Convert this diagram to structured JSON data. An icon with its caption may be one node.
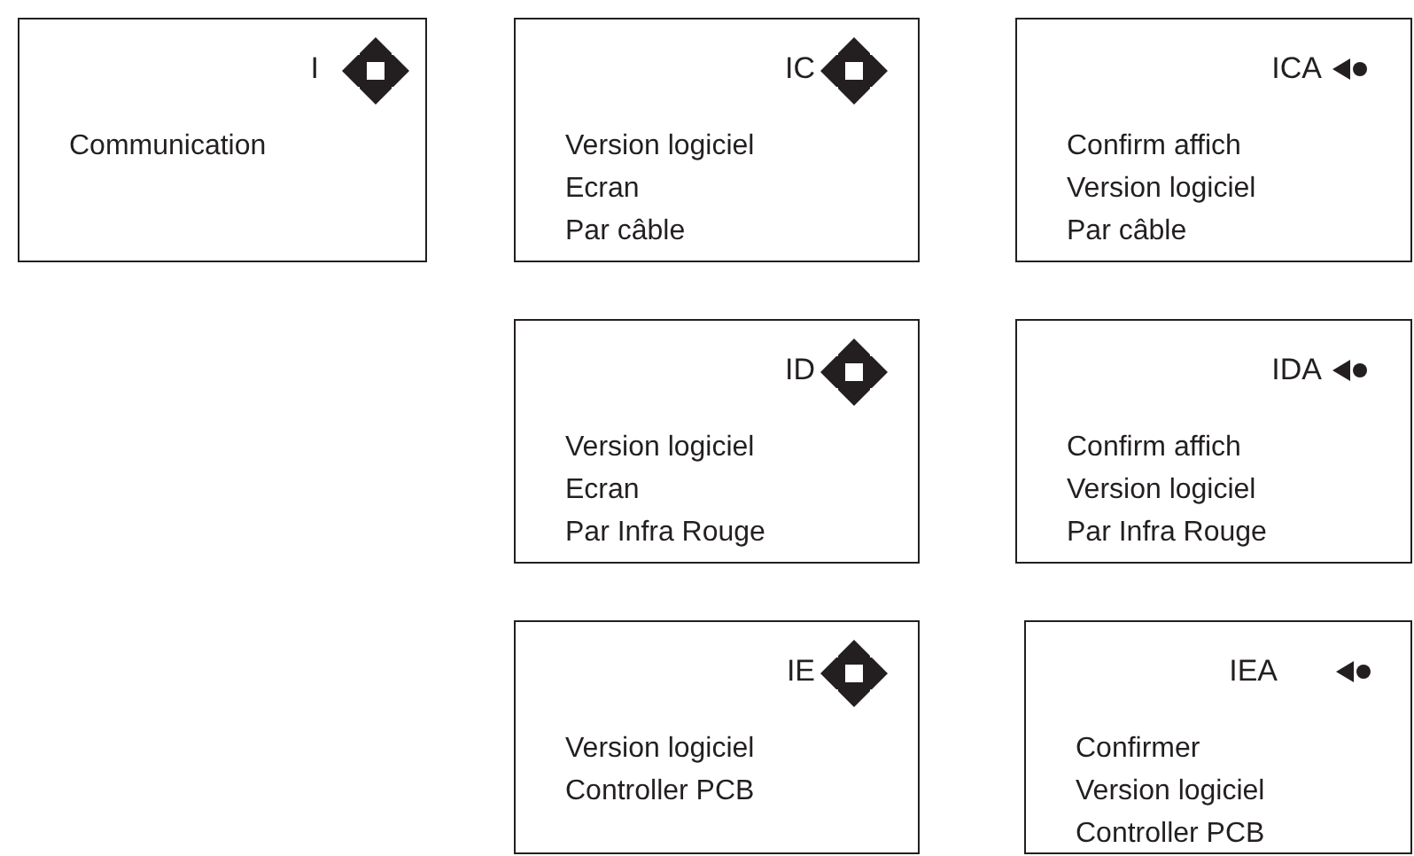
{
  "diagram": {
    "nodes": [
      {
        "text": [
          "I",
          "Communication"
        ]
      },
      {
        "text": [
          "IC",
          "Version logiciel",
          "Ecran",
          "Par câble"
        ]
      },
      {
        "text": [
          "ICA",
          "Confirm affich",
          "Version logiciel",
          "Par câble"
        ]
      },
      {
        "text": [
          "ID",
          "Version logiciel",
          "Ecran",
          "Par Infra Rouge"
        ]
      },
      {
        "text": [
          "IDA",
          "Confirm affich",
          "Version logiciel",
          "Par Infra Rouge"
        ]
      },
      {
        "text": [
          "IE",
          "Version logiciel",
          "Controller PCB"
        ]
      },
      {
        "text": [
          "IEA",
          "Confirmer",
          "Version logiciel",
          "Controller PCB"
        ]
      }
    ]
  }
}
